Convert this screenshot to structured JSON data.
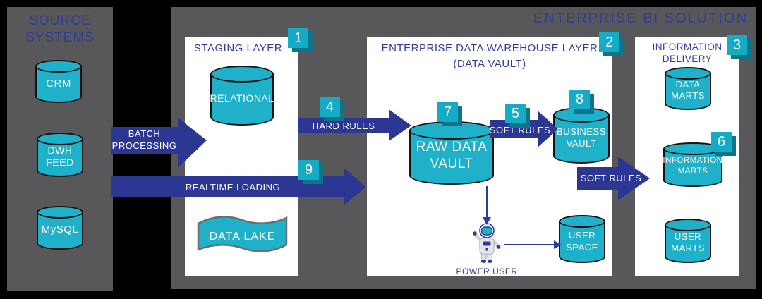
{
  "colors": {
    "cyan": "#1FB1C9",
    "badge_cyan": "#14ABC7",
    "badge_shadow": "#0E7488",
    "arrow_blue": "#2C3793",
    "text_blue": "#2E3D99",
    "panel_gray": "#58585A"
  },
  "header": {
    "title": "ENTERPRISE BI SOLUTION"
  },
  "source_panel": {
    "title": "SOURCE\nSYSTEMS",
    "cylinders": [
      "CRM",
      "DWH\nFEED",
      "MySQL"
    ]
  },
  "staging": {
    "badge": "1",
    "title": "STAGING LAYER",
    "relational": "RELATIONAL",
    "data_lake": "DATA LAKE"
  },
  "edw": {
    "badge": "2",
    "title": "ENTERPRISE DATA WAREHOUSE LAYER\n(DATA VAULT)",
    "raw_data_vault": "RAW DATA\nVAULT",
    "raw_data_vault_badge": "7",
    "business_vault": "BUSINESS\nVAULT",
    "business_vault_badge": "8",
    "user_space": "USER\nSPACE",
    "power_user": "POWER USER"
  },
  "delivery": {
    "badge": "3",
    "title": "INFORMATION\nDELIVERY",
    "data_marts": "DATA\nMARTS",
    "information_marts": "INFORMATION\nMARTS",
    "information_marts_badge": "6",
    "user_marts": "USER\nMARTS"
  },
  "flows": {
    "batch_processing": "BATCH\nPROCESSING",
    "realtime_loading": "REALTIME LOADING",
    "realtime_badge": "9",
    "hard_rules": "HARD RULES",
    "hard_rules_badge": "4",
    "soft_rules_edw": "SOFT RULES",
    "soft_rules_edw_badge": "5",
    "soft_rules_delivery": "SOFT RULES"
  }
}
